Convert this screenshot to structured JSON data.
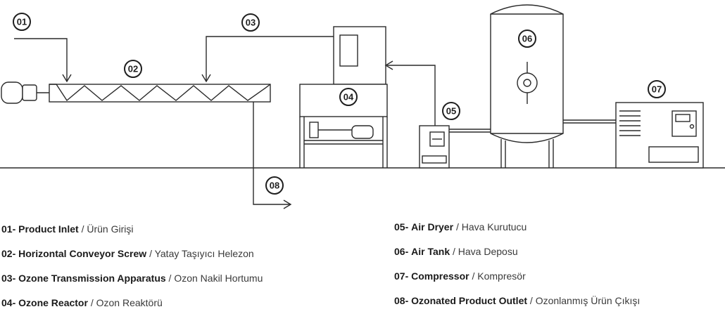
{
  "markers": [
    {
      "id": "marker-01",
      "text": "01"
    },
    {
      "id": "marker-02",
      "text": "02"
    },
    {
      "id": "marker-03",
      "text": "03"
    },
    {
      "id": "marker-04",
      "text": "04"
    },
    {
      "id": "marker-05",
      "text": "05"
    },
    {
      "id": "marker-06",
      "text": "06"
    },
    {
      "id": "marker-07",
      "text": "07"
    },
    {
      "id": "marker-08",
      "text": "08"
    }
  ],
  "legend": {
    "left": [
      {
        "code": "01-",
        "en": "Product Inlet",
        "sep": "/",
        "tr": "Ürün Girişi"
      },
      {
        "code": "02-",
        "en": "Horizontal Conveyor Screw",
        "sep": "/",
        "tr": "Yatay Taşıyıcı Helezon"
      },
      {
        "code": "03-",
        "en": "Ozone Transmission Apparatus",
        "sep": "/",
        "tr": "Ozon Nakil Hortumu"
      },
      {
        "code": "04-",
        "en": "Ozone Reactor",
        "sep": "/",
        "tr": "Ozon Reaktörü"
      }
    ],
    "right": [
      {
        "code": "05-",
        "en": "Air Dryer",
        "sep": "/",
        "tr": "Hava Kurutucu"
      },
      {
        "code": "06-",
        "en": "Air Tank",
        "sep": "/",
        "tr": "Hava Deposu"
      },
      {
        "code": "07-",
        "en": "Compressor",
        "sep": "/",
        "tr": "Kompresör"
      },
      {
        "code": "08-",
        "en": "Ozonated Product Outlet",
        "sep": "/",
        "tr": "Ozonlanmış Ürün Çıkışı"
      }
    ]
  },
  "colors": {
    "line": "#2a2a2a",
    "background": "#ffffff",
    "text": "#1a1a1a"
  }
}
